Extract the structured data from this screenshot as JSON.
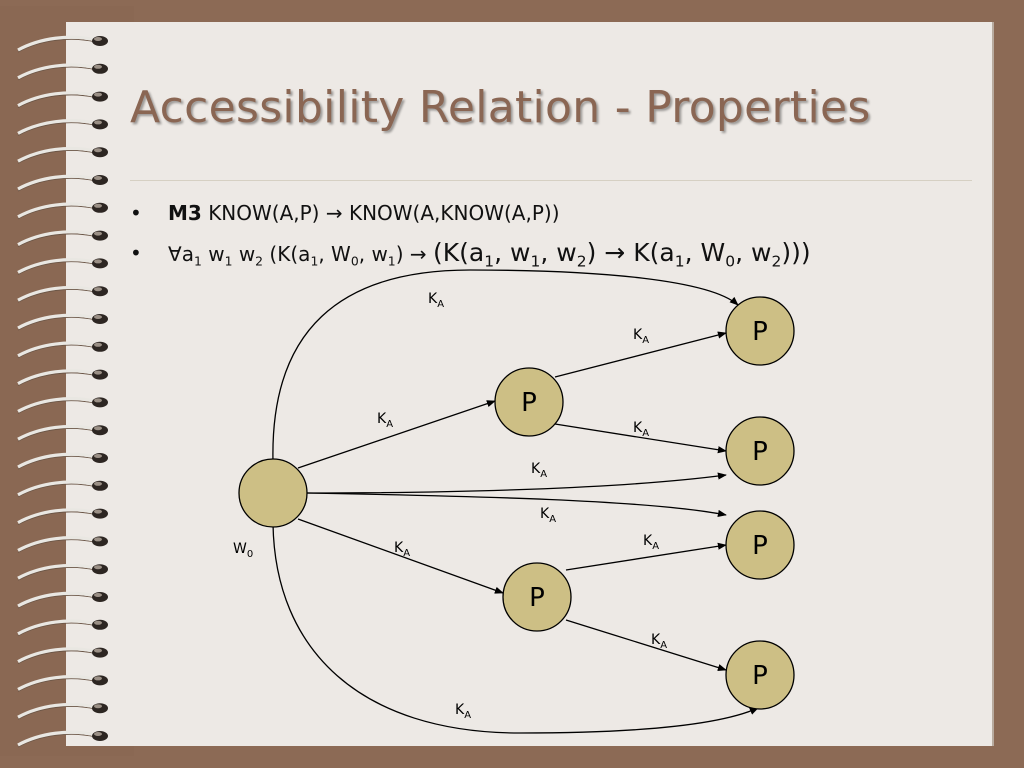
{
  "slide": {
    "title": "Accessibility Relation - Properties",
    "bullet_1": {
      "label": "M3",
      "text": "KNOW(A,P) → KNOW(A,KNOW(A,P))"
    },
    "bullet_2": {
      "forall": "∀",
      "a": "a",
      "w": "w",
      "W": "W",
      "K": "K",
      "sub_1": "1",
      "sub_2": "2",
      "sub_0": "0",
      "arrow": "→"
    }
  },
  "diagram": {
    "root_label_main": "W",
    "root_label_sub": "0",
    "node_label": "P",
    "edge_label_main": "K",
    "edge_label_sub": "A"
  },
  "colors": {
    "node_fill": "#cdbf85",
    "frame": "#8c6a55",
    "paper": "#ede9e5",
    "title": "#8a6653"
  }
}
